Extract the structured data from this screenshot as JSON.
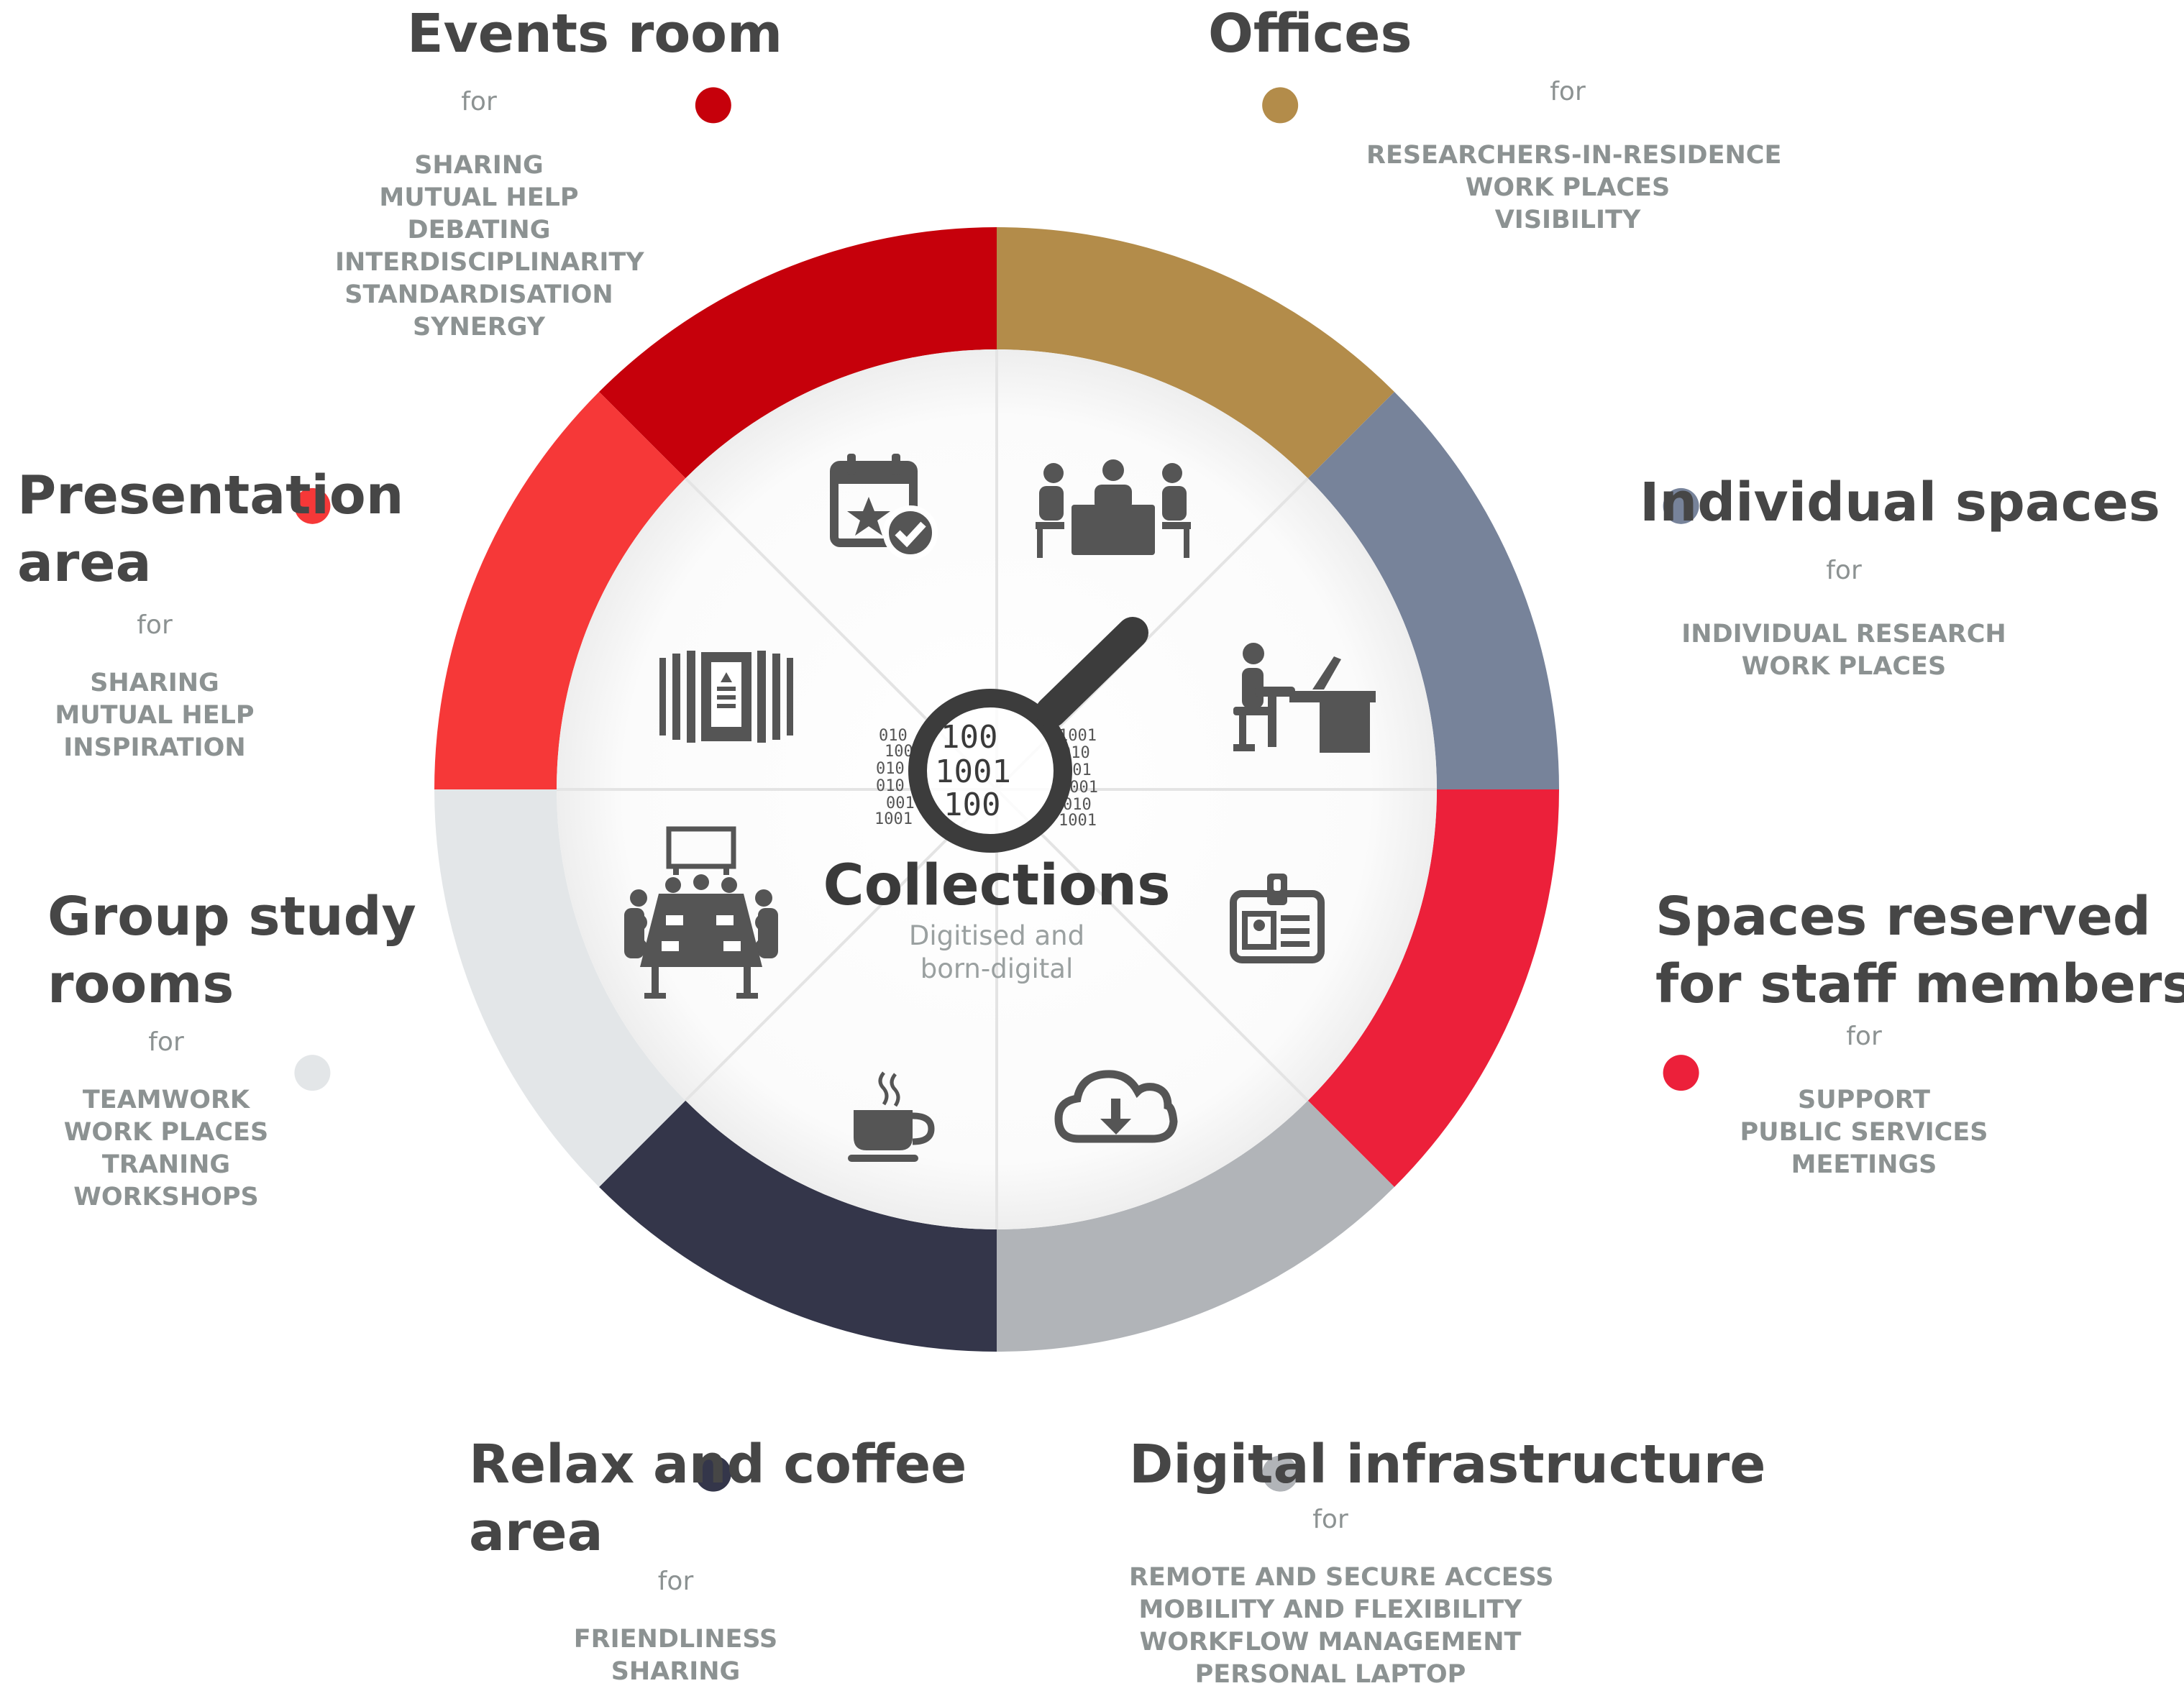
{
  "center": {
    "title": "Collections",
    "subtitle_lines": [
      "Digitised and",
      "born-digital"
    ],
    "binary_rows": [
      "010",
      "100",
      "001",
      "010",
      "010",
      "100",
      "1001"
    ]
  },
  "sections": [
    {
      "key": "events",
      "title_lines": [
        "Events room"
      ],
      "for": "for",
      "items": [
        "SHARING",
        "MUTUAL HELP",
        "DEBATING",
        "INTERDISCIPLINARITY",
        "STANDARDISATION",
        "SYNERGY"
      ],
      "color": "#c6000b",
      "icon": "calendar-star-check-icon"
    },
    {
      "key": "offices",
      "title_lines": [
        "Offices"
      ],
      "for": "for",
      "items": [
        "RESEARCHERS-IN-RESIDENCE",
        "WORK PLACES",
        "VISIBILITY"
      ],
      "color": "#b38c4a",
      "icon": "meeting-table-icon"
    },
    {
      "key": "individual",
      "title_lines": [
        "Individual spaces"
      ],
      "for": "for",
      "items": [
        "INDIVIDUAL RESEARCH",
        "WORK PLACES"
      ],
      "color": "#77839a",
      "icon": "person-at-desk-icon"
    },
    {
      "key": "staff",
      "title_lines": [
        "Spaces reserved",
        "for staff members"
      ],
      "for": "for",
      "items": [
        "SUPPORT",
        "PUBLIC SERVICES",
        "MEETINGS"
      ],
      "color": "#ec203a",
      "icon": "id-badge-icon"
    },
    {
      "key": "digital",
      "title_lines": [
        "Digital infrastructure"
      ],
      "for": "for",
      "items": [
        "REMOTE AND SECURE ACCESS",
        "MOBILITY AND FLEXIBILITY",
        "WORKFLOW MANAGEMENT",
        "PERSONAL LAPTOP"
      ],
      "color": "#b1b4b8",
      "icon": "cloud-download-icon"
    },
    {
      "key": "relax",
      "title_lines": [
        "Relax and coffee",
        "area"
      ],
      "for": "for",
      "items": [
        "FRIENDLINESS",
        "SHARING"
      ],
      "color": "#34364a",
      "icon": "coffee-cup-icon"
    },
    {
      "key": "group",
      "title_lines": [
        "Group study",
        "rooms"
      ],
      "for": "for",
      "items": [
        "TEAMWORK",
        "WORK PLACES",
        "TRANING",
        "WORKSHOPS"
      ],
      "color": "#e3e6e8",
      "icon": "conference-table-icon"
    },
    {
      "key": "presentation",
      "title_lines": [
        "Presentation",
        "area"
      ],
      "for": "for",
      "items": [
        "SHARING",
        "MUTUAL HELP",
        "INSPIRATION"
      ],
      "color": "#f63838",
      "icon": "presentation-panels-icon"
    }
  ],
  "colors": {
    "text_dark": "#464646",
    "text_grey": "#8c9292",
    "icon_grey": "#555555"
  }
}
